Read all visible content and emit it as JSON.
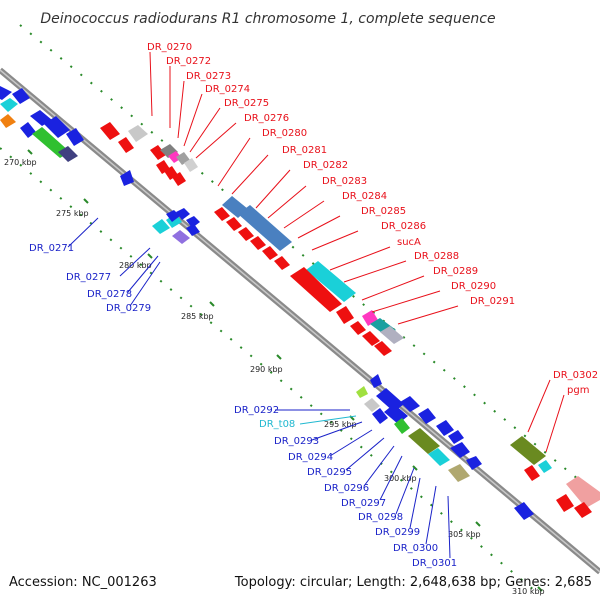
{
  "title": "Deinococcus radiodurans R1 chromosome 1, complete sequence",
  "footer": {
    "accession": "Accession: NC_001263",
    "summary": "Topology: circular; Length: 2,648,638 bp; Genes: 2,685"
  },
  "colors": {
    "forward_label": "#e8101a",
    "reverse_label": "#1a22c8",
    "trna_label": "#20b8d0",
    "backbone": "#8a8a8a"
  },
  "ticks": [
    "270 kbp",
    "275 kbp",
    "280 kbp",
    "285 kbp",
    "290 kbp",
    "295 kbp",
    "300 kbp",
    "305 kbp",
    "310 kbp"
  ],
  "forward_labels": [
    "DR_0270",
    "DR_0272",
    "DR_0273",
    "DR_0274",
    "DR_0275",
    "DR_0276",
    "DR_0280",
    "DR_0281",
    "DR_0282",
    "DR_0283",
    "DR_0284",
    "DR_0285",
    "DR_0286",
    "sucA",
    "DR_0288",
    "DR_0289",
    "DR_0290",
    "DR_0291",
    "DR_0302",
    "pgm"
  ],
  "reverse_labels": [
    "DR_0271",
    "DR_0277",
    "DR_0278",
    "DR_0279",
    "DR_0292",
    "DR_t08",
    "DR_0293",
    "DR_0294",
    "DR_0295",
    "DR_0296",
    "DR_0297",
    "DR_0298",
    "DR_0299",
    "DR_0300",
    "DR_0301"
  ]
}
